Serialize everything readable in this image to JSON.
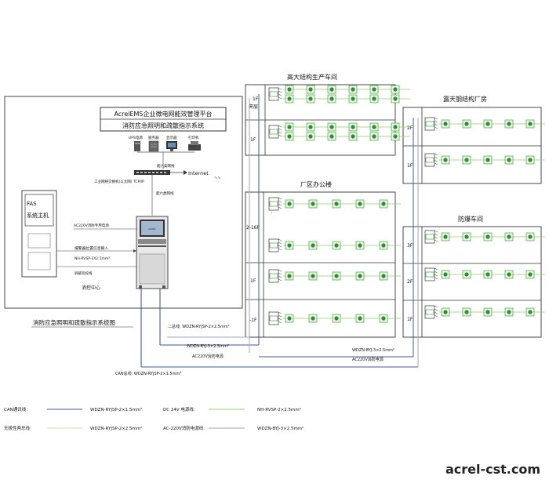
{
  "platform": {
    "line1": "AcrelEMS企业微电网能效管理平台",
    "line2": "消防应急照明和疏散指示系统"
  },
  "devices": {
    "ups": "UPS电源",
    "server": "服务器",
    "host": "显示器",
    "printer": "打印机"
  },
  "network": {
    "twisted_pair_top": "超六类网线",
    "switch_label": "工业网络交换机(以太网) TCP/IP",
    "internet": "Internet",
    "twisted_pair_bottom": "超六类网线"
  },
  "fas": {
    "line1": "FAS",
    "line2": "系统主机"
  },
  "control_room": {
    "power_label": "AC220V消防专用电源",
    "alarm_label": "报警器位置信息输入",
    "cable_label": "NH-RVSP-2X2.5mm²",
    "shield_label": "屏蔽双绞线",
    "caption": "消控中心",
    "monitor_text": "ACREL"
  },
  "diagram_title": "消防应急照明和疏散指示系统图",
  "buildings": {
    "high": {
      "title": "高大结构生产车间",
      "floors": [
        "1F\n夹层",
        "1F"
      ]
    },
    "office": {
      "title": "厂区办公楼",
      "floors": [
        "2-16F",
        "1F",
        "-1F"
      ]
    },
    "steel": {
      "title": "露天钢结构厂房",
      "floors": [
        "2F",
        "1F"
      ]
    },
    "explosion": {
      "title": "防爆车间",
      "floors": [
        "3F",
        "2F",
        "1F"
      ]
    }
  },
  "bus_labels": {
    "two_wire": "二总线: WDZN-RYJSP-2×2.5mm²",
    "power_left_cable": "WDZN-BYJ-3×2.5mm²",
    "power_left_name": "AC220V消防电源",
    "power_right_cable": "WDZN-BYJ-3×2.5mm²",
    "power_right_name": "AC220V消防电源",
    "can_bus": "CAN总线: WDZN-RYJSP-2×1.5mm²"
  },
  "legend": [
    {
      "name": "CAN通讯线:",
      "cable": "WDZN-RYJSP-2×1.5mm²",
      "color": "#3f5b9a"
    },
    {
      "name": "DC 24V 电源线:",
      "cable": "NH-RVSP-2×2.5mm²",
      "color": "#8fcf6a"
    },
    {
      "name": "无极性两总线:",
      "cable": "WDZN-RYJSP-2×2.5mm²",
      "color": "#d4e8c2"
    },
    {
      "name": "AC-220V消防电源线:",
      "cable": "WDZN-BYJ-3×2.5mm²",
      "color": "#a89cc8"
    }
  ],
  "watermark": "acrel-cst.com",
  "colors": {
    "can": "#3f5b9a",
    "dc24": "#8fcf6a",
    "bus": "#d4e8c2",
    "ac220": "#a89cc8",
    "lamp": "#2e8b2e"
  }
}
